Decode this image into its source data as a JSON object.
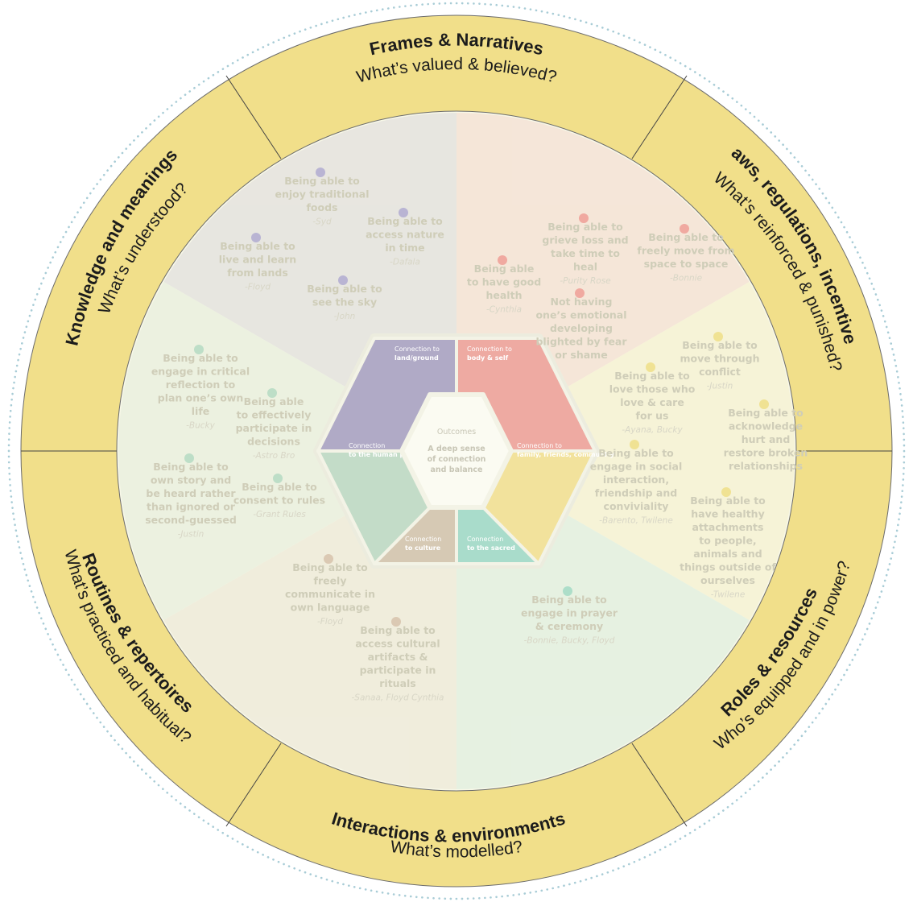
{
  "ring": [
    {
      "id": "frames",
      "title": "Frames & Narratives",
      "subtitle": "What’s valued & believed?"
    },
    {
      "id": "laws",
      "title": "Laws, regulations, incentives",
      "subtitle": "What’s reinforced & punished?"
    },
    {
      "id": "roles",
      "title": "Roles & resources",
      "subtitle": "Who’s equipped and in power?"
    },
    {
      "id": "interactions",
      "title": "Interactions & environments",
      "subtitle": "What’s modelled?"
    },
    {
      "id": "routines",
      "title": "Routines & repertoires",
      "subtitle": "What’s practiced and habitual?"
    },
    {
      "id": "knowledge",
      "title": "Knowledge and meanings",
      "subtitle": "What’s understood?"
    }
  ],
  "hexagon": {
    "center_heading": "Outcomes",
    "center_lines": [
      "A deep sense",
      "of connection",
      "and balance"
    ],
    "segments": [
      {
        "id": "land",
        "prefix": "Connection to",
        "label": "land/ground",
        "color": "#b0aac6"
      },
      {
        "id": "body",
        "prefix": "Connection to",
        "label": "body & self",
        "color": "#eeaaa2"
      },
      {
        "id": "family",
        "prefix": "Connection to",
        "label": "family, friends, community",
        "color": "#f2e29c"
      },
      {
        "id": "sacred",
        "prefix": "Connection",
        "label": "to the sacred",
        "color": "#a9dccb"
      },
      {
        "id": "culture",
        "prefix": "Connection",
        "label": "to culture",
        "color": "#d6c9b4"
      },
      {
        "id": "human",
        "prefix": "Connection",
        "label": "to the human project",
        "color": "#c3dcc8"
      }
    ]
  },
  "outcomes": [
    {
      "lines": [
        "Being able to",
        "enjoy traditional",
        "foods"
      ],
      "who": "-Syd",
      "color": "#b4aed2"
    },
    {
      "lines": [
        "Being able to",
        "access nature",
        "in time"
      ],
      "who": "-Dafala",
      "color": "#b4aed2"
    },
    {
      "lines": [
        "Being able to",
        "live and learn",
        "from lands"
      ],
      "who": "-Floyd",
      "color": "#b4aed2"
    },
    {
      "lines": [
        "Being able to",
        "see the sky"
      ],
      "who": "-John",
      "color": "#b4aed2"
    },
    {
      "lines": [
        "Being able to",
        "grieve loss and",
        "take time to",
        "heal"
      ],
      "who": "-Purity Rose",
      "color": "#f0a29a"
    },
    {
      "lines": [
        "Being able to",
        "freely move from",
        "space to space"
      ],
      "who": "-Bonnie",
      "color": "#f0a29a"
    },
    {
      "lines": [
        "Being able",
        "to have good",
        "health"
      ],
      "who": "-Cynthia",
      "color": "#f0a29a"
    },
    {
      "lines": [
        "Not having",
        "one’s emotional",
        "developing",
        "blighted by fear",
        "or shame"
      ],
      "who": "",
      "color": "#f0a29a"
    },
    {
      "lines": [
        "Being able to",
        "move through",
        "conflict"
      ],
      "who": "-Justin",
      "color": "#f0e08c"
    },
    {
      "lines": [
        "Being able to",
        "love those who",
        "love & care",
        "for us"
      ],
      "who": "-Ayana, Bucky",
      "color": "#f0e08c"
    },
    {
      "lines": [
        "Being able to",
        "acknowledge",
        "hurt and",
        "restore broken",
        "relationships"
      ],
      "who": "",
      "color": "#f0e08c"
    },
    {
      "lines": [
        "Being able to",
        "engage in social",
        "interaction,",
        "friendship and",
        "conviviality"
      ],
      "who": "-Barento, Twilene",
      "color": "#f0e08c"
    },
    {
      "lines": [
        "Being able to",
        "have healthy",
        "attachments",
        "to people,",
        "animals and",
        "things outside of",
        "ourselves"
      ],
      "who": "-Twilene",
      "color": "#f0e08c"
    },
    {
      "lines": [
        "Being able to",
        "engage in prayer",
        "& ceremony"
      ],
      "who": "-Bonnie, Bucky, Floyd",
      "color": "#a6dcc6"
    },
    {
      "lines": [
        "Being able to",
        "freely",
        "communicate in",
        "own language"
      ],
      "who": "-Floyd",
      "color": "#d8c4ae"
    },
    {
      "lines": [
        "Being able to",
        "access cultural",
        "artifacts &",
        "participate in",
        "rituals"
      ],
      "who": "-Sanaa, Floyd Cynthia",
      "color": "#d8c4ae"
    },
    {
      "lines": [
        "Being able to",
        "engage in critical",
        "reflection to",
        "plan one’s own",
        "life"
      ],
      "who": "-Bucky",
      "color": "#b8dcc4"
    },
    {
      "lines": [
        "Being able",
        "to effectively",
        "participate in",
        "decisions"
      ],
      "who": "-Astro Bro",
      "color": "#b8dcc4"
    },
    {
      "lines": [
        "Being able to",
        "own story and",
        "be heard rather",
        "than ignored or",
        "second-guessed"
      ],
      "who": "-Justin",
      "color": "#b8dcc4"
    },
    {
      "lines": [
        "Being able to",
        "consent to rules"
      ],
      "who": "-Grant Rules",
      "color": "#b8dcc4"
    }
  ],
  "colors": {
    "ring_fill": "#f1df8a",
    "inner_fill": "#f8f8e8",
    "dots": "#a8ccd6",
    "divider": "#444444"
  }
}
